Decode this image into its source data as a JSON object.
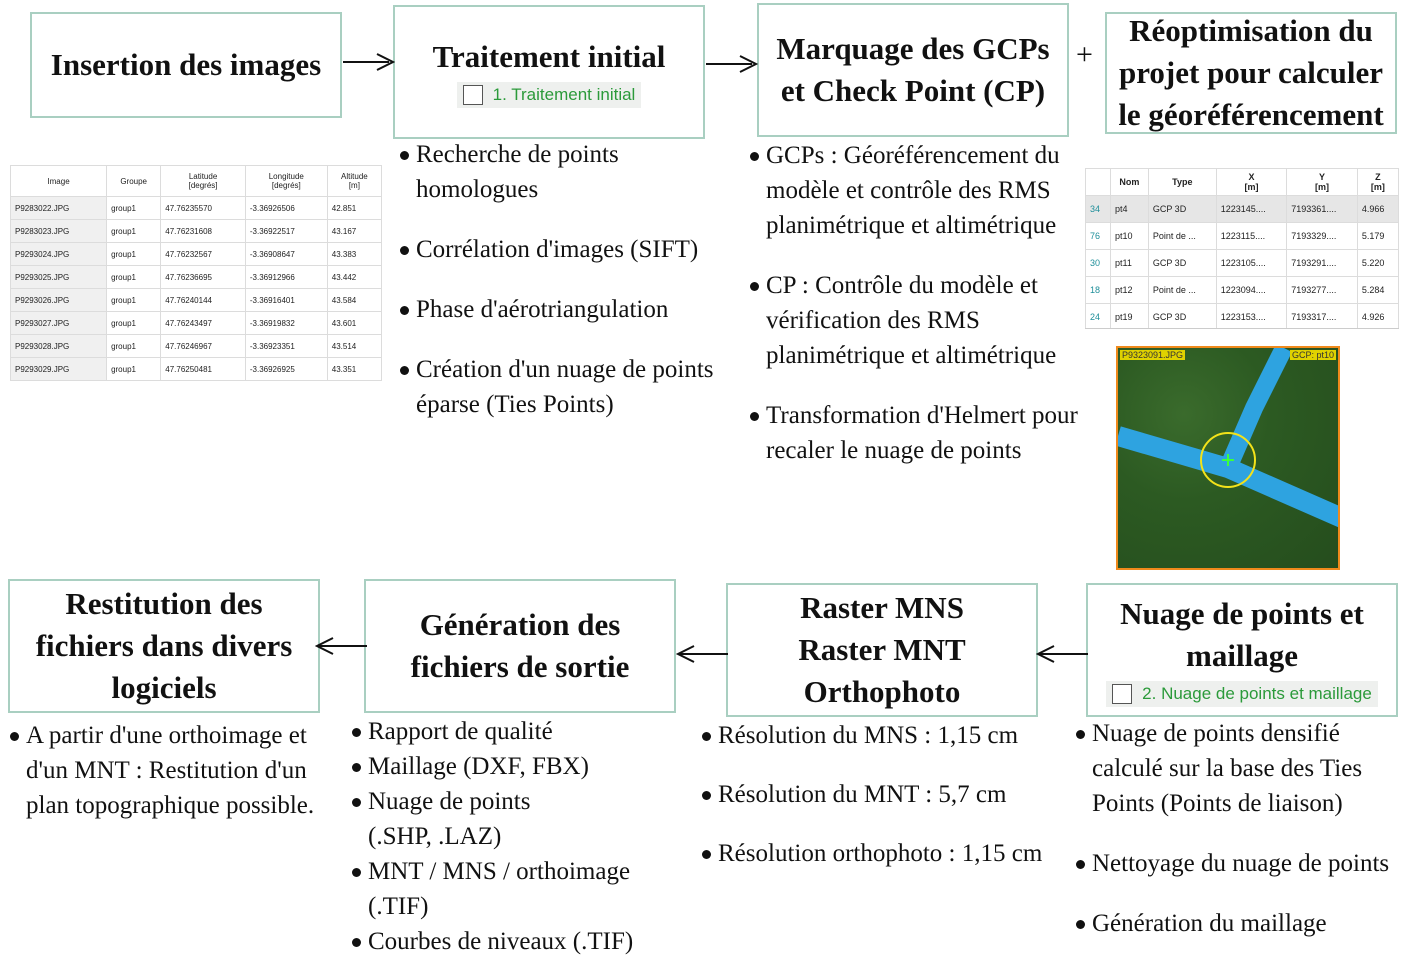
{
  "steps": {
    "insertion": {
      "title": "Insertion des images"
    },
    "traitement": {
      "title": "Traitement initial",
      "checkbox_label": "1. Traitement initial"
    },
    "marquage": {
      "title": "Marquage des GCPs\net Check Point (CP)"
    },
    "plus": "+",
    "reoptim": {
      "title": "Réoptimisation du\nprojet pour calculer\nle géoréférencement"
    },
    "nuage": {
      "title": "Nuage de points et\nmaillage",
      "checkbox_label": "2. Nuage de points et maillage"
    },
    "raster": {
      "title": "Raster MNS\nRaster MNT\nOrthophoto"
    },
    "generation": {
      "title": "Génération des\nfichiers de sortie"
    },
    "restitution": {
      "title": "Restitution des\nfichiers dans divers\nlogiciels"
    }
  },
  "bullets": {
    "traitement": [
      "Recherche de points homologues",
      "Corrélation d'images (SIFT)",
      "Phase d'aérotriangulation",
      "Création d'un nuage de points éparse (Ties Points)"
    ],
    "marquage": [
      "GCPs : Géoréférencement du modèle et contrôle des RMS planimétrique et altimétrique",
      "CP : Contrôle du modèle et vérification des RMS planimétrique et altimétrique",
      "Transformation d'Helmert pour recaler le nuage de points"
    ],
    "nuage": [
      "Nuage de points densifié calculé sur la base des Ties Points (Points de liaison)",
      "Nettoyage du nuage de points",
      "Génération du maillage"
    ],
    "raster": [
      "Résolution du MNS : 1,15 cm",
      "Résolution du MNT : 5,7 cm",
      "Résolution orthophoto : 1,15 cm"
    ],
    "generation": [
      "Rapport de qualité",
      "Maillage (DXF, FBX)",
      "Nuage de points (.SHP, .LAZ)",
      "MNT / MNS / orthoimage (.TIF)",
      "Courbes de niveaux (.TIF)"
    ],
    "restitution": [
      "A partir d'une orthoimage et d'un MNT : Restitution d'un plan topographique possible."
    ]
  },
  "image_table": {
    "headers": [
      "Image",
      "Groupe",
      "Latitude\n[degrés]",
      "Longitude\n[degrés]",
      "Altitude\n[m]"
    ],
    "rows": [
      [
        "P9283022.JPG",
        "group1",
        "47.76235570",
        "-3.36926506",
        "42.851"
      ],
      [
        "P9283023.JPG",
        "group1",
        "47.76231608",
        "-3.36922517",
        "43.167"
      ],
      [
        "P9293024.JPG",
        "group1",
        "47.76232567",
        "-3.36908647",
        "43.383"
      ],
      [
        "P9293025.JPG",
        "group1",
        "47.76236695",
        "-3.36912966",
        "43.442"
      ],
      [
        "P9293026.JPG",
        "group1",
        "47.76240144",
        "-3.36916401",
        "43.584"
      ],
      [
        "P9293027.JPG",
        "group1",
        "47.76243497",
        "-3.36919832",
        "43.601"
      ],
      [
        "P9293028.JPG",
        "group1",
        "47.76246967",
        "-3.36923351",
        "43.514"
      ],
      [
        "P9293029.JPG",
        "group1",
        "47.76250481",
        "-3.36926925",
        "43.351"
      ]
    ]
  },
  "gcp_table": {
    "headers": [
      "",
      "Nom",
      "Type",
      "X\n[m]",
      "Y\n[m]",
      "Z\n[m]"
    ],
    "rows": [
      [
        "34",
        "pt4",
        "GCP 3D",
        "1223145....",
        "7193361....",
        "4.966"
      ],
      [
        "76",
        "pt10",
        "Point de ...",
        "1223115....",
        "7193329....",
        "5.179"
      ],
      [
        "30",
        "pt11",
        "GCP 3D",
        "1223105....",
        "7193291....",
        "5.220"
      ],
      [
        "18",
        "pt12",
        "Point de ...",
        "1223094....",
        "7193277....",
        "5.284"
      ],
      [
        "24",
        "pt19",
        "GCP 3D",
        "1223153....",
        "7193317....",
        "4.926"
      ]
    ]
  },
  "photo": {
    "image_name": "P9323091.JPG",
    "point_label": "GCP: pt10"
  }
}
